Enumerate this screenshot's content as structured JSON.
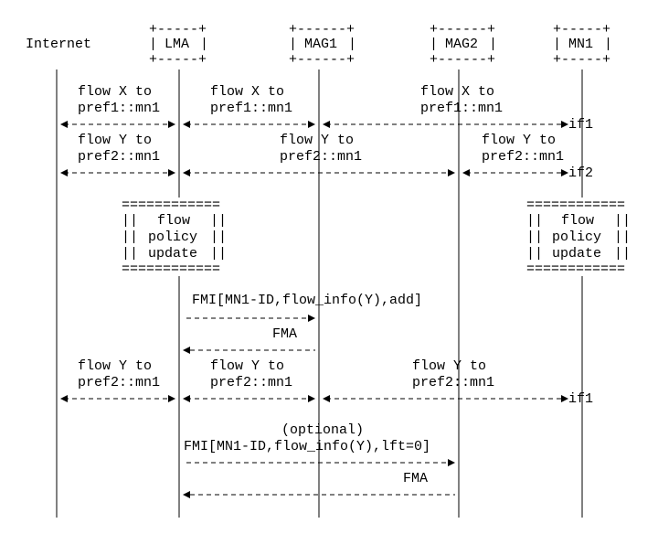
{
  "header": {
    "label": "Internet",
    "nodes": [
      "LMA",
      "MAG1",
      "MAG2",
      "MN1"
    ]
  },
  "messages": {
    "flow_x_label_1": "flow X to",
    "flow_x_label_2": "pref1::mn1",
    "flow_y_label_1": "flow Y to",
    "flow_y_label_2": "pref2::mn1",
    "if1": "if1",
    "if2": "if2",
    "fmi_add": "FMI[MN1-ID,flow_info(Y),add]",
    "fma": "FMA",
    "optional": "(optional)",
    "fmi_lft": "FMI[MN1-ID,flow_info(Y),lft=0]"
  },
  "policy_box": {
    "line1": "flow",
    "line2": "policy",
    "line3": "update"
  }
}
